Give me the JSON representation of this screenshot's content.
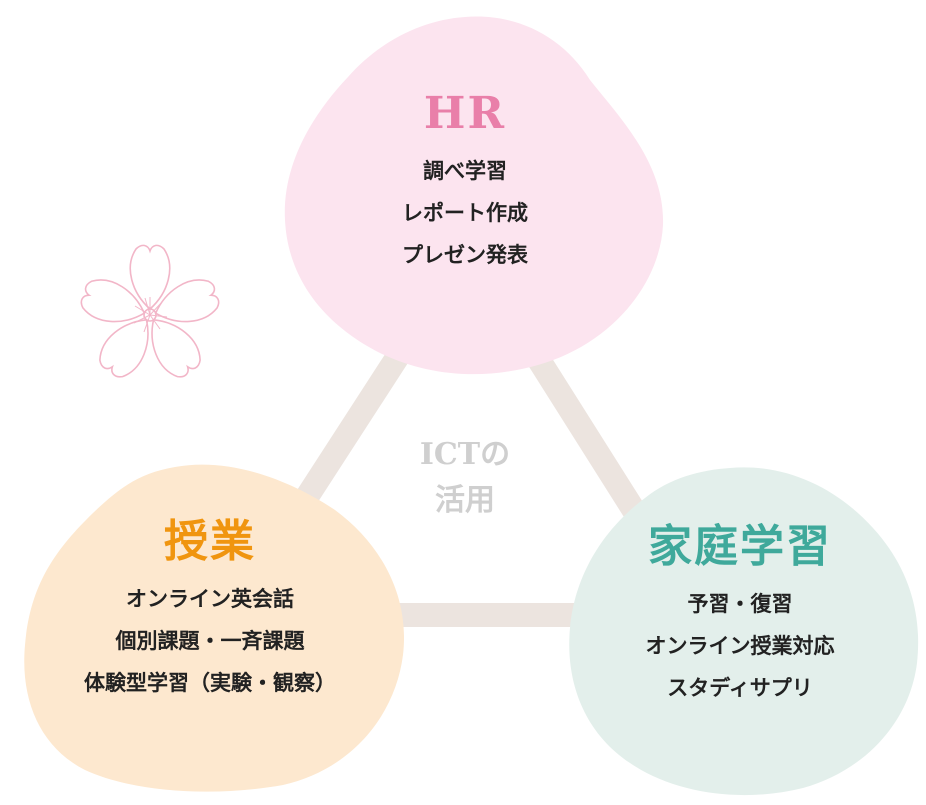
{
  "center": {
    "line1": "ICTの",
    "line2": "活用"
  },
  "nodes": [
    {
      "id": "hr",
      "title": "HR",
      "title_color": "#e97fa9",
      "fill": "#fce4ef",
      "items": [
        "調べ学習",
        "レポート作成",
        "プレゼン発表"
      ]
    },
    {
      "id": "lessons",
      "title": "授業",
      "title_color": "#f0950f",
      "fill": "#fde8cf",
      "items": [
        "オンライン英会話",
        "個別課題・一斉課題",
        "体験型学習（実験・観察）"
      ]
    },
    {
      "id": "home",
      "title": "家庭学習",
      "title_color": "#3fa99b",
      "fill": "#e3efeb",
      "items": [
        "予習・復習",
        "オンライン授業対応",
        "スタディサプリ"
      ]
    }
  ],
  "colors": {
    "connector": "#ece4df",
    "flower_outline": "#f2b6c8"
  },
  "icons": [
    "cherry-blossom-icon"
  ]
}
